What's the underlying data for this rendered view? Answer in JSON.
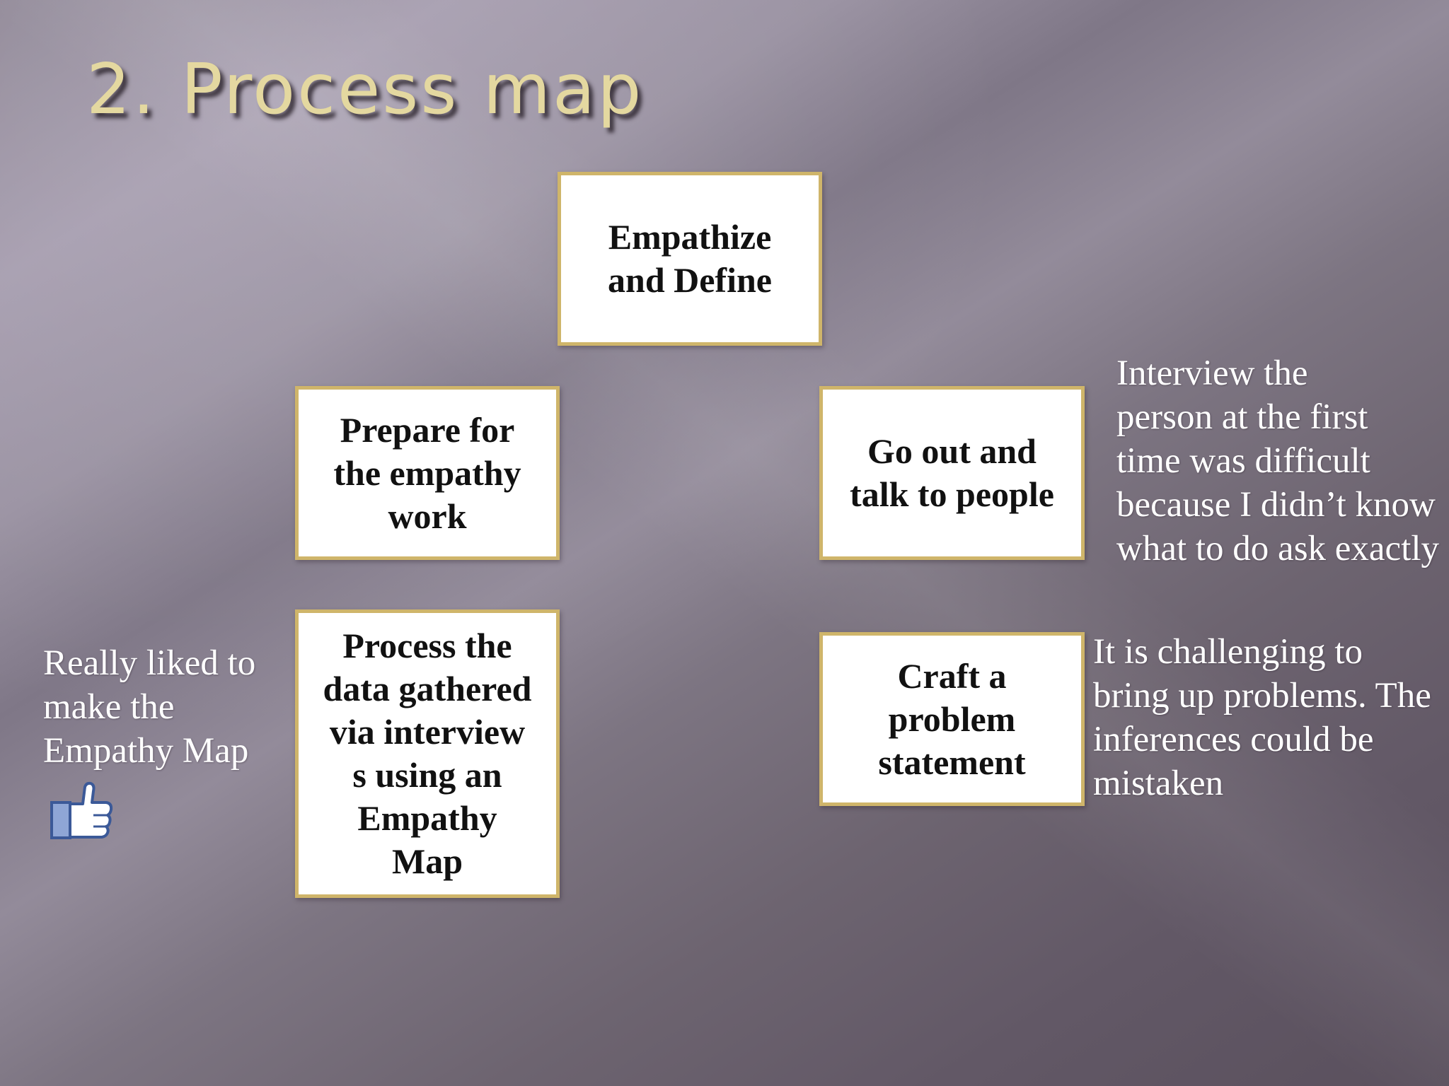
{
  "slide": {
    "title": "2. Process map"
  },
  "process_map": {
    "steps": [
      {
        "lines": [
          "Empathize",
          "and Define"
        ]
      },
      {
        "lines": [
          "Prepare for",
          "the empathy",
          "work"
        ]
      },
      {
        "lines": [
          "Go out and",
          "talk to people"
        ]
      },
      {
        "lines": [
          "Process the",
          "data gathered",
          "via interview",
          "s using an",
          "Empathy",
          "Map"
        ]
      },
      {
        "lines": [
          "Craft a",
          "problem",
          "statement"
        ]
      }
    ]
  },
  "notes": {
    "interview": [
      "Interview the",
      "person at the first",
      "time was difficult",
      "because I didn’t know",
      "what to do ask exactly"
    ],
    "problems": [
      "It is challenging to",
      "bring up problems. The",
      "inferences could be",
      "mistaken"
    ],
    "empathy_map": [
      "Really liked to",
      "make the",
      "Empathy Map"
    ]
  },
  "icons": {
    "like": "thumbs-up-icon",
    "like_colors": {
      "cuff": "#8fa6d6",
      "cuff_border": "#3b5998",
      "hand": "#ffffff"
    }
  }
}
